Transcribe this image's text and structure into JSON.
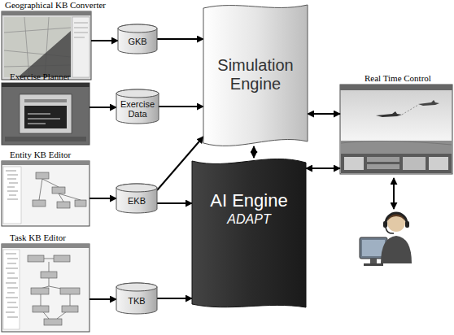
{
  "diagram": {
    "nodes": [
      {
        "text": [
          "Geographical KB Converter"
        ]
      },
      {
        "text": [
          "GKB"
        ]
      },
      {
        "text": [
          "Exercise Planner"
        ]
      },
      {
        "text": [
          "Exercise Data"
        ]
      },
      {
        "text": [
          "Entity KB Editor"
        ]
      },
      {
        "text": [
          "EKB"
        ]
      },
      {
        "text": [
          "Task KB Editor"
        ]
      },
      {
        "text": [
          "TKB"
        ]
      },
      {
        "text": [
          "Simulation Engine"
        ]
      },
      {
        "text": [
          "AI Engine",
          "ADAPT"
        ]
      },
      {
        "text": [
          "Real Time Control"
        ]
      }
    ],
    "edges": [
      {
        "from": 0,
        "to": 1,
        "arrow": "to"
      },
      {
        "from": 1,
        "to": 8,
        "arrow": "to"
      },
      {
        "from": 2,
        "to": 3,
        "arrow": "to"
      },
      {
        "from": 3,
        "to": 8,
        "arrow": "to"
      },
      {
        "from": 4,
        "to": 5,
        "arrow": "to"
      },
      {
        "from": 5,
        "to": 8,
        "arrow": "to"
      },
      {
        "from": 5,
        "to": 9,
        "arrow": "to"
      },
      {
        "from": 6,
        "to": 7,
        "arrow": "to"
      },
      {
        "from": 7,
        "to": 9,
        "arrow": "to"
      },
      {
        "from": 8,
        "to": 9,
        "arrow": "both"
      },
      {
        "from": 8,
        "to": 10,
        "arrow": "both"
      },
      {
        "from": 9,
        "to": 10,
        "arrow": "both"
      }
    ]
  }
}
